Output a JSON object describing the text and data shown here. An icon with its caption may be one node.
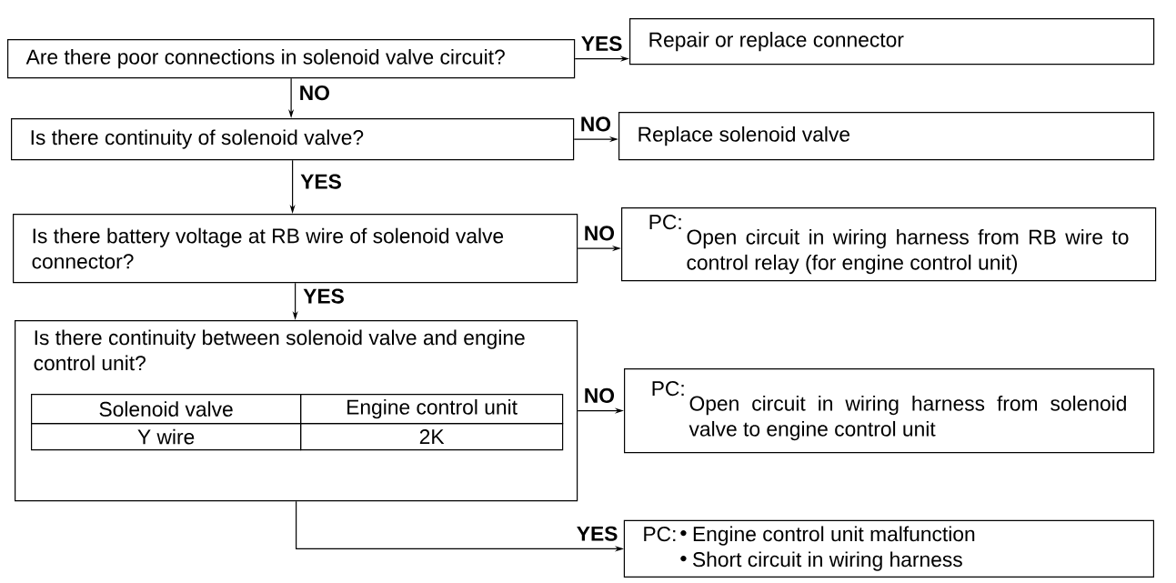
{
  "diagram": {
    "nodes": [
      {
        "text": [
          "Are there poor connections in solenoid valve circuit?"
        ]
      },
      {
        "text": [
          "Repair or replace connector"
        ]
      },
      {
        "text": [
          "Is there continuity of solenoid valve?"
        ]
      },
      {
        "text": [
          "Replace solenoid valve"
        ]
      },
      {
        "text": [
          "Is there battery voltage at RB wire of solenoid valve connector?"
        ]
      },
      {
        "text": [
          "PC:",
          "Open circuit in wiring harness from RB wire to control relay (for engine control unit)"
        ]
      },
      {
        "text": [
          "Is there continuity between solenoid valve and engine control unit?"
        ]
      },
      {
        "text": [
          "PC:",
          "Open circuit in wiring harness from solenoid valve to engine control unit"
        ]
      },
      {
        "text": [
          "PC:",
          "Engine control unit malfunction",
          "Short circuit in wiring harness"
        ]
      }
    ],
    "edges": [
      {
        "from": 0,
        "to": 1,
        "arrow": "to",
        "label": "YES"
      },
      {
        "from": 0,
        "to": 2,
        "arrow": "to",
        "label": "NO"
      },
      {
        "from": 2,
        "to": 3,
        "arrow": "to",
        "label": "NO"
      },
      {
        "from": 2,
        "to": 4,
        "arrow": "to",
        "label": "YES"
      },
      {
        "from": 4,
        "to": 5,
        "arrow": "to",
        "label": "NO"
      },
      {
        "from": 4,
        "to": 6,
        "arrow": "to",
        "label": "YES"
      },
      {
        "from": 6,
        "to": 7,
        "arrow": "to",
        "label": "NO"
      },
      {
        "from": 6,
        "to": 8,
        "arrow": "to",
        "label": "YES"
      }
    ],
    "labels": [
      "Solenoid valve",
      "Engine control unit",
      "Y wire",
      "2K"
    ]
  }
}
